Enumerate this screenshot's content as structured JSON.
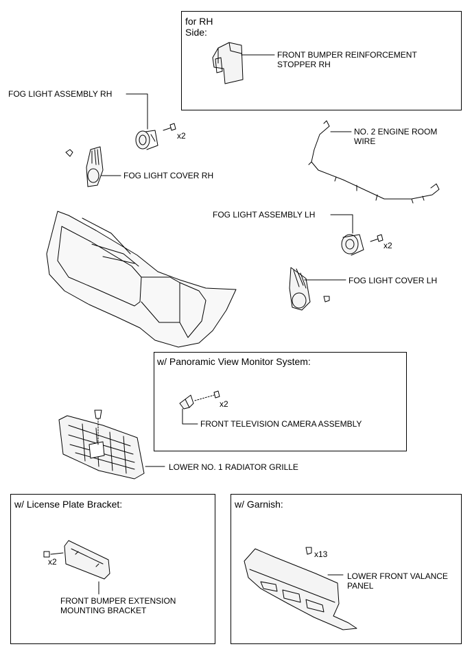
{
  "boxes": {
    "rh_side": {
      "header": "for RH\nSide:"
    },
    "panoramic": {
      "header": "w/ Panoramic View Monitor System:"
    },
    "license": {
      "header": "w/ License Plate Bracket:"
    },
    "garnish": {
      "header": "w/ Garnish:"
    }
  },
  "labels": {
    "stopper_rh": "FRONT BUMPER REINFORCEMENT\nSTOPPER RH",
    "fog_assy_rh": "FOG LIGHT ASSEMBLY RH",
    "fog_cover_rh": "FOG LIGHT COVER RH",
    "engine_wire": "NO. 2 ENGINE ROOM\nWIRE",
    "fog_assy_lh": "FOG LIGHT ASSEMBLY LH",
    "fog_cover_lh": "FOG LIGHT COVER LH",
    "tv_camera": "FRONT TELEVISION CAMERA ASSEMBLY",
    "radiator_grille": "LOWER NO. 1 RADIATOR GRILLE",
    "ext_bracket": "FRONT BUMPER EXTENSION\nMOUNTING BRACKET",
    "valance_panel": "LOWER FRONT VALANCE\nPANEL"
  },
  "quantities": {
    "fog_rh_bolts": "x2",
    "fog_lh_bolts": "x2",
    "camera_screws": "x2",
    "bracket_bolts": "x2",
    "valance_clips": "x13"
  }
}
